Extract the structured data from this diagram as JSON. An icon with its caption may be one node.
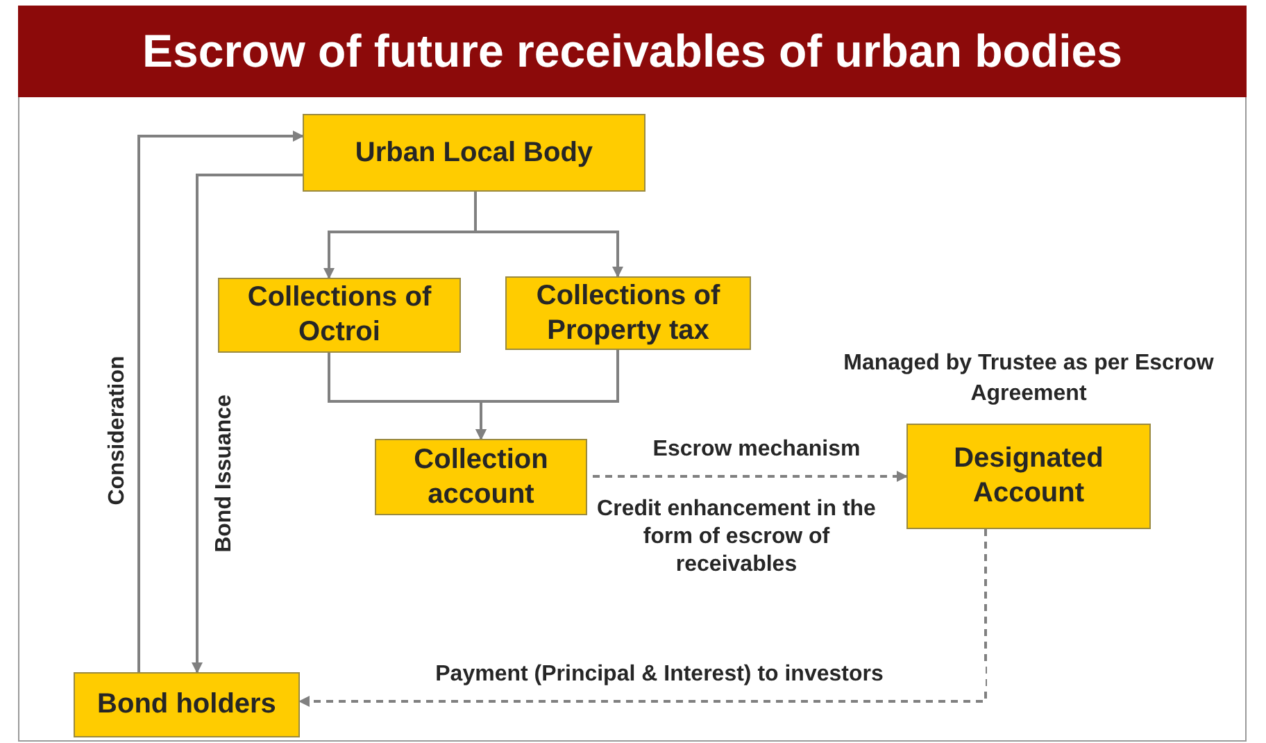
{
  "diagram": {
    "title": "Escrow of future receivables of urban bodies",
    "nodes": [
      {
        "text": [
          "Urban Local Body"
        ]
      },
      {
        "text": [
          "Collections of Octroi"
        ]
      },
      {
        "text": [
          "Collections of Property tax"
        ]
      },
      {
        "text": [
          "Collection account"
        ]
      },
      {
        "text": [
          "Designated Account"
        ],
        "beside": [
          "Managed by Trustee as per Escrow Agreement"
        ]
      },
      {
        "text": [
          "Bond holders"
        ]
      }
    ],
    "edges": [
      {
        "from": 0,
        "to": 1,
        "arrow": "to"
      },
      {
        "from": 0,
        "to": 2,
        "arrow": "to"
      },
      {
        "from": 1,
        "to": 3,
        "arrow": "to"
      },
      {
        "from": 2,
        "to": 3,
        "arrow": "to"
      },
      {
        "from": 3,
        "to": 4,
        "arrow": "to",
        "label": "Escrow mechanism",
        "style": "dashed"
      },
      {
        "from": 4,
        "to": 5,
        "arrow": "to",
        "label": "Payment (Principal & Interest) to investors",
        "style": "dashed"
      },
      {
        "from": 5,
        "to": 0,
        "arrow": "to",
        "label": "Consideration"
      },
      {
        "from": 0,
        "to": 5,
        "arrow": "to",
        "label": "Bond Issuance"
      }
    ],
    "labels": [
      "Credit enhancement in the form of escrow of receivables"
    ]
  }
}
